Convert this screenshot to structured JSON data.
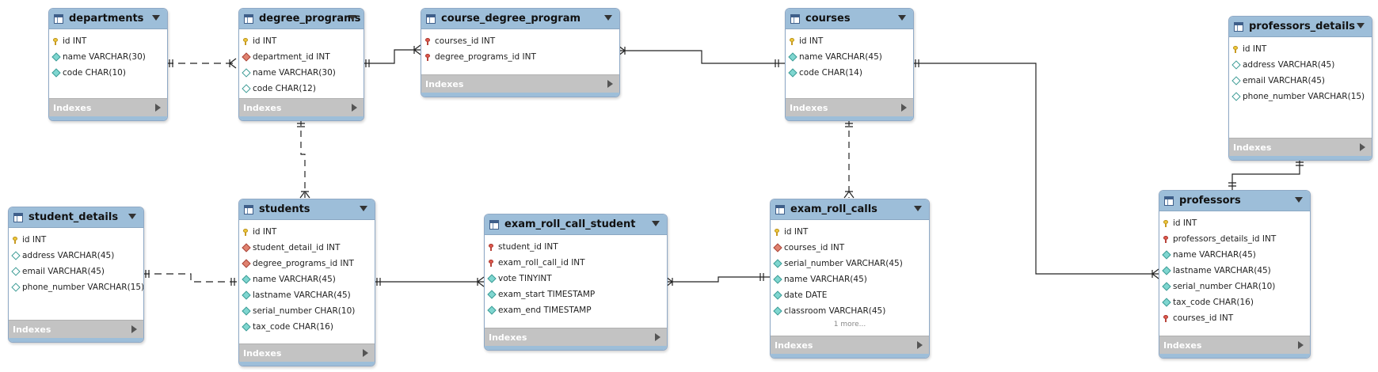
{
  "tables": {
    "departments": {
      "name": "departments",
      "columns": [
        {
          "text": "id INT",
          "icon": "primary-key-icon"
        },
        {
          "text": "name VARCHAR(30)",
          "icon": "not-null-column-icon"
        },
        {
          "text": "code CHAR(10)",
          "icon": "not-null-column-icon"
        }
      ],
      "indexes": "Indexes"
    },
    "degree_programs": {
      "name": "degree_programs",
      "columns": [
        {
          "text": "id INT",
          "icon": "primary-key-icon"
        },
        {
          "text": "department_id INT",
          "icon": "foreign-key-column-icon"
        },
        {
          "text": "name VARCHAR(30)",
          "icon": "nullable-column-icon"
        },
        {
          "text": "code CHAR(12)",
          "icon": "nullable-column-icon"
        }
      ],
      "indexes": "Indexes"
    },
    "course_degree_program": {
      "name": "course_degree_program",
      "columns": [
        {
          "text": "courses_id INT",
          "icon": "foreign-key-icon"
        },
        {
          "text": "degree_programs_id INT",
          "icon": "foreign-key-icon"
        }
      ],
      "indexes": "Indexes"
    },
    "courses": {
      "name": "courses",
      "columns": [
        {
          "text": "id INT",
          "icon": "primary-key-icon"
        },
        {
          "text": "name VARCHAR(45)",
          "icon": "not-null-column-icon"
        },
        {
          "text": "code CHAR(14)",
          "icon": "not-null-column-icon"
        }
      ],
      "indexes": "Indexes"
    },
    "professors_details": {
      "name": "professors_details",
      "columns": [
        {
          "text": "id INT",
          "icon": "primary-key-icon"
        },
        {
          "text": "address VARCHAR(45)",
          "icon": "nullable-column-icon"
        },
        {
          "text": "email VARCHAR(45)",
          "icon": "nullable-column-icon"
        },
        {
          "text": "phone_number VARCHAR(15)",
          "icon": "nullable-column-icon"
        }
      ],
      "indexes": "Indexes"
    },
    "student_details": {
      "name": "student_details",
      "columns": [
        {
          "text": "id INT",
          "icon": "primary-key-icon"
        },
        {
          "text": "address VARCHAR(45)",
          "icon": "nullable-column-icon"
        },
        {
          "text": "email VARCHAR(45)",
          "icon": "nullable-column-icon"
        },
        {
          "text": "phone_number VARCHAR(15)",
          "icon": "nullable-column-icon"
        }
      ],
      "indexes": "Indexes"
    },
    "students": {
      "name": "students",
      "columns": [
        {
          "text": "id INT",
          "icon": "primary-key-icon"
        },
        {
          "text": "student_detail_id INT",
          "icon": "foreign-key-column-icon"
        },
        {
          "text": "degree_programs_id INT",
          "icon": "foreign-key-column-icon"
        },
        {
          "text": "name VARCHAR(45)",
          "icon": "not-null-column-icon"
        },
        {
          "text": "lastname VARCHAR(45)",
          "icon": "not-null-column-icon"
        },
        {
          "text": "serial_number CHAR(10)",
          "icon": "not-null-column-icon"
        },
        {
          "text": "tax_code CHAR(16)",
          "icon": "not-null-column-icon"
        }
      ],
      "indexes": "Indexes"
    },
    "exam_roll_call_student": {
      "name": "exam_roll_call_student",
      "columns": [
        {
          "text": "student_id INT",
          "icon": "foreign-key-icon"
        },
        {
          "text": "exam_roll_call_id INT",
          "icon": "foreign-key-icon"
        },
        {
          "text": "vote TINYINT",
          "icon": "not-null-column-icon"
        },
        {
          "text": "exam_start TIMESTAMP",
          "icon": "not-null-column-icon"
        },
        {
          "text": "exam_end TIMESTAMP",
          "icon": "not-null-column-icon"
        }
      ],
      "indexes": "Indexes"
    },
    "exam_roll_calls": {
      "name": "exam_roll_calls",
      "columns": [
        {
          "text": "id INT",
          "icon": "primary-key-icon"
        },
        {
          "text": "courses_id INT",
          "icon": "foreign-key-column-icon"
        },
        {
          "text": "serial_number VARCHAR(45)",
          "icon": "not-null-column-icon"
        },
        {
          "text": "name VARCHAR(45)",
          "icon": "not-null-column-icon"
        },
        {
          "text": "date DATE",
          "icon": "not-null-column-icon"
        },
        {
          "text": "classroom VARCHAR(45)",
          "icon": "not-null-column-icon"
        }
      ],
      "more": "1 more...",
      "indexes": "Indexes"
    },
    "professors": {
      "name": "professors",
      "columns": [
        {
          "text": "id INT",
          "icon": "primary-key-icon"
        },
        {
          "text": "professors_details_id INT",
          "icon": "foreign-key-icon"
        },
        {
          "text": "name VARCHAR(45)",
          "icon": "not-null-column-icon"
        },
        {
          "text": "lastname VARCHAR(45)",
          "icon": "not-null-column-icon"
        },
        {
          "text": "serial_number CHAR(10)",
          "icon": "not-null-column-icon"
        },
        {
          "text": "tax_code CHAR(16)",
          "icon": "not-null-column-icon"
        },
        {
          "text": "courses_id INT",
          "icon": "foreign-key-icon"
        }
      ],
      "indexes": "Indexes"
    }
  },
  "relationships": [
    {
      "from": "departments",
      "to": "degree_programs",
      "style": "identifying-dashed",
      "cardinality": "one-to-many"
    },
    {
      "from": "degree_programs",
      "to": "course_degree_program",
      "style": "solid",
      "cardinality": "one-to-many"
    },
    {
      "from": "course_degree_program",
      "to": "courses",
      "style": "solid",
      "cardinality": "many-to-one"
    },
    {
      "from": "degree_programs",
      "to": "students",
      "style": "dashed",
      "cardinality": "one-to-many"
    },
    {
      "from": "student_details",
      "to": "students",
      "style": "dashed",
      "cardinality": "one-to-one"
    },
    {
      "from": "students",
      "to": "exam_roll_call_student",
      "style": "solid",
      "cardinality": "one-to-many"
    },
    {
      "from": "exam_roll_call_student",
      "to": "exam_roll_calls",
      "style": "solid",
      "cardinality": "many-to-one"
    },
    {
      "from": "courses",
      "to": "exam_roll_calls",
      "style": "dashed",
      "cardinality": "one-to-many"
    },
    {
      "from": "courses",
      "to": "professors",
      "style": "solid",
      "cardinality": "one-to-many"
    },
    {
      "from": "professors_details",
      "to": "professors",
      "style": "solid",
      "cardinality": "one-to-one"
    }
  ]
}
